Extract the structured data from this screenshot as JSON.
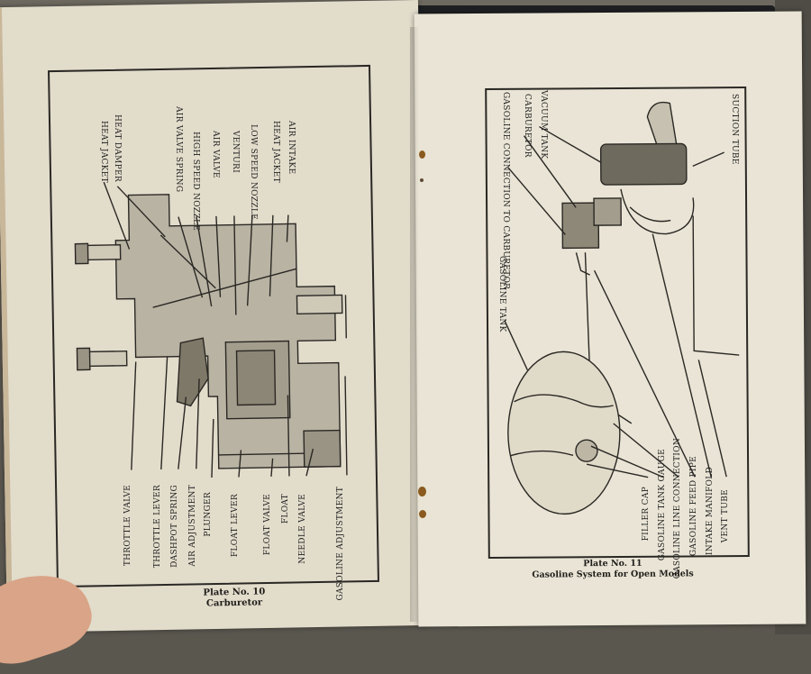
{
  "left_page": {
    "top_labels": [
      "HEAT JACKET",
      "HEAT DAMPER",
      "AIR VALVE SPRING",
      "HIGH SPEED NOZZLE",
      "AIR VALVE",
      "VENTURI",
      "LOW SPEED NOZZLE",
      "HEAT JACKET",
      "AIR INTAKE"
    ],
    "bottom_labels": [
      "THROTTLE VALVE",
      "THROTTLE LEVER",
      "DASHPOT SPRING",
      "AIR ADJUSTMENT",
      "PLUNGER",
      "FLOAT LEVER",
      "FLOAT VALVE",
      "FLOAT",
      "NEEDLE VALVE",
      "GASOLINE ADJUSTMENT"
    ],
    "caption_line1": "Plate No. 10",
    "caption_line2": "Carburetor"
  },
  "right_page": {
    "labels": [
      "SUCTION TUBE",
      "VACUUM TANK",
      "CARBURETOR",
      "GASOLINE CONNECTION TO CARBURETOR",
      "GASOLINE TANK",
      "VENT TUBE",
      "INTAKE MANIFOLD",
      "GASOLINE FEED PIPE",
      "GASOLINE LINE CONNECTION",
      "GASOLINE TANK GAUGE",
      "FILLER CAP"
    ],
    "caption_line1": "Plate No. 11",
    "caption_line2": "Gasoline System for Open Models"
  },
  "colors": {
    "paper": "#e6e1d1",
    "ink": "#2a2824",
    "background": "#5a574f"
  }
}
